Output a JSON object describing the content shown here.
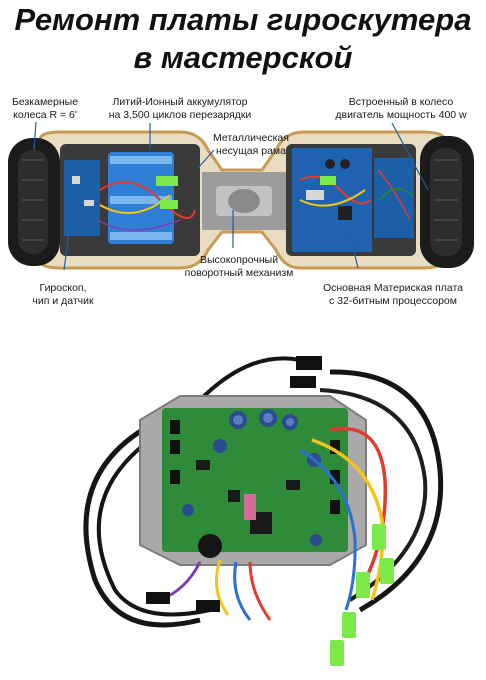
{
  "title": {
    "line1": "Ремонт платы гироскутера",
    "line2": "в мастерской"
  },
  "labels": {
    "wheels": [
      "Безкамерные",
      "колеса R = 6'"
    ],
    "battery": [
      "Литий-Ионный аккумулятор",
      "на 3,500 циклов перезарядки"
    ],
    "frame": [
      "Металлическая",
      "несущая рама"
    ],
    "motor": [
      "Встроенный в колесо",
      "двигатель мощность 400 w"
    ],
    "gyro": [
      "Гироскоп,",
      "чип и датчик"
    ],
    "pivot": [
      "Высокопрочный",
      "поворотный механизм"
    ],
    "board": [
      "Основная Материская плата",
      "с 32-битным процессором"
    ]
  },
  "colors": {
    "leader_line": "#1f5faa",
    "pcb_blue": "#1b5fa8",
    "pcb_green": "#2e8b3a",
    "battery_blue": "#2f7fd6",
    "connector_green": "#7de84a"
  }
}
